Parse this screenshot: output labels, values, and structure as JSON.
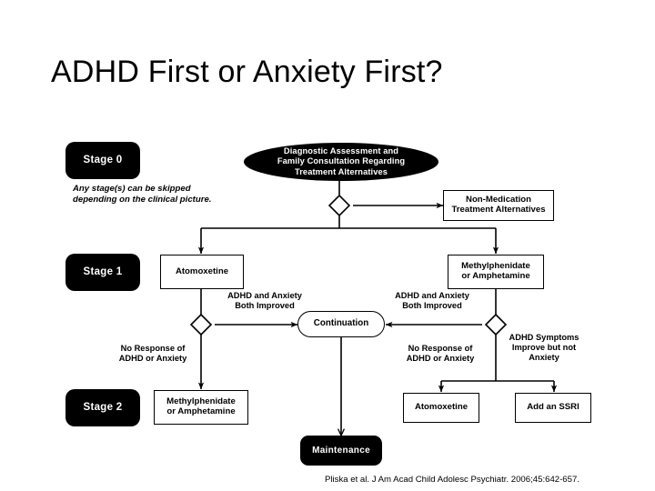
{
  "slide": {
    "title": "ADHD First or Anxiety First?",
    "background_color": "#ffffff",
    "text_color": "#000000"
  },
  "figure": {
    "note": "Any stage(s) can be skipped\ndepending on the clinical picture.",
    "stages": [
      {
        "id": "stage-0",
        "label": "Stage 0"
      },
      {
        "id": "stage-1",
        "label": "Stage 1"
      },
      {
        "id": "stage-2",
        "label": "Stage 2"
      }
    ],
    "nodes": [
      {
        "id": "assessment",
        "label": "Diagnostic Assessment and\nFamily Consultation Regarding\nTreatment Alternatives",
        "shape": "ellipse",
        "fill": "#000000",
        "text_color": "#ffffff"
      },
      {
        "id": "non-medication",
        "label": "Non-Medication\nTreatment Alternatives",
        "shape": "rect",
        "fill": "#ffffff",
        "text_color": "#000000"
      },
      {
        "id": "atomoxetine-stage1",
        "label": "Atomoxetine",
        "shape": "rect",
        "fill": "#ffffff",
        "text_color": "#000000"
      },
      {
        "id": "stimulant-stage1",
        "label": "Methylphenidate\nor Amphetamine",
        "shape": "rect",
        "fill": "#ffffff",
        "text_color": "#000000"
      },
      {
        "id": "continuation",
        "label": "Continuation",
        "shape": "rounded-rect",
        "fill": "#ffffff",
        "text_color": "#000000"
      },
      {
        "id": "stimulant-stage2",
        "label": "Methylphenidate\nor Amphetamine",
        "shape": "rect",
        "fill": "#ffffff",
        "text_color": "#000000"
      },
      {
        "id": "atomoxetine-stage2",
        "label": "Atomoxetine",
        "shape": "rect",
        "fill": "#ffffff",
        "text_color": "#000000"
      },
      {
        "id": "add-ssri",
        "label": "Add an SSRI",
        "shape": "rect",
        "fill": "#ffffff",
        "text_color": "#000000"
      },
      {
        "id": "maintenance",
        "label": "Maintenance",
        "shape": "rounded-pill",
        "fill": "#000000",
        "text_color": "#ffffff"
      }
    ],
    "edge_labels": [
      {
        "id": "left-improved",
        "label": "ADHD and Anxiety\nBoth Improved"
      },
      {
        "id": "right-improved",
        "label": "ADHD and Anxiety\nBoth Improved"
      },
      {
        "id": "left-no-response",
        "label": "No Response of\nADHD or Anxiety"
      },
      {
        "id": "right-no-response",
        "label": "No Response of\nADHD or Anxiety"
      },
      {
        "id": "adhd-improve-not-anxiety",
        "label": "ADHD Symptoms\nImprove but not\nAnxiety"
      }
    ]
  },
  "citation": "Pliska et al. J Am Acad Child Adolesc Psychiatr. 2006;45:642-657."
}
